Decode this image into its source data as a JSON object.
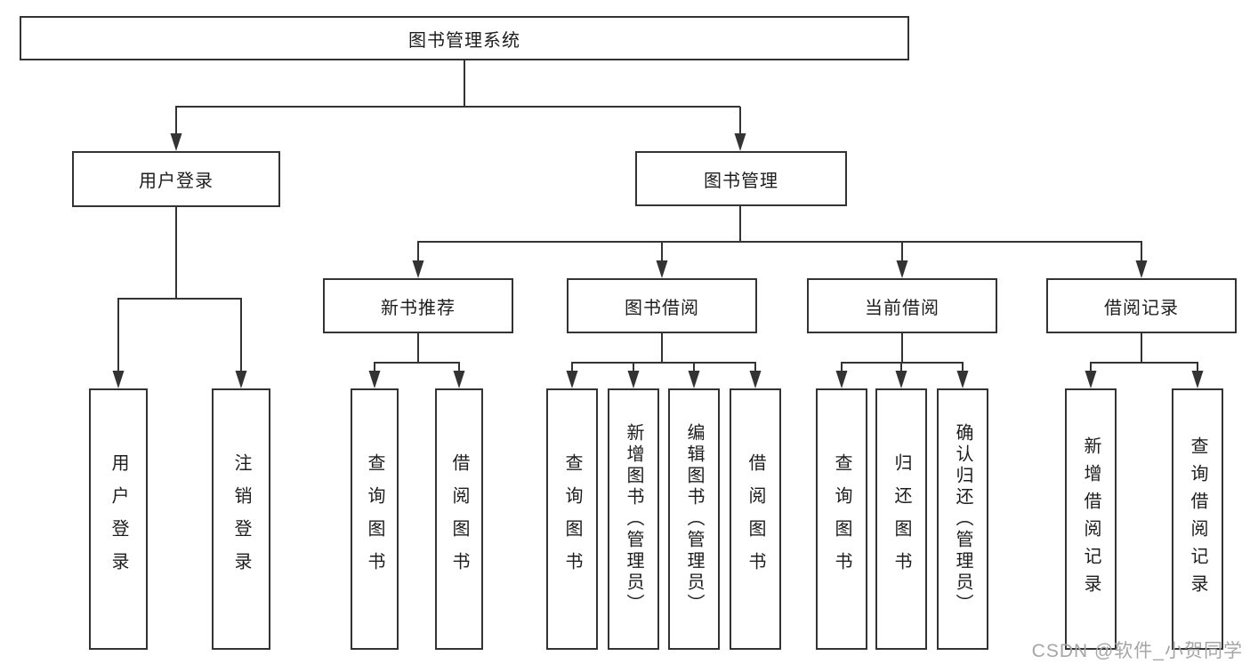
{
  "diagram_title": "图书管理系统",
  "tree": {
    "root": {
      "label": "图书管理系统"
    },
    "branches": [
      {
        "label": "用户登录",
        "leaves": [
          "用户登录",
          "注销登录"
        ]
      },
      {
        "label": "图书管理",
        "sections": [
          {
            "label": "新书推荐",
            "leaves": [
              "查询图书",
              "借阅图书"
            ]
          },
          {
            "label": "图书借阅",
            "leaves": [
              "查询图书",
              "新增图书（管理员）",
              "编辑图书（管理员）",
              "借阅图书"
            ]
          },
          {
            "label": "当前借阅",
            "leaves": [
              "查询图书",
              "归还图书",
              "确认归还（管理员）"
            ]
          },
          {
            "label": "借阅记录",
            "leaves": [
              "新增借阅记录",
              "查询借阅记录"
            ]
          }
        ]
      }
    ]
  },
  "watermark": {
    "text": "CSDN @软件_小贺同学"
  },
  "style": {
    "line_color": "#333333",
    "box_border_color": "#333333",
    "background_color": "#ffffff",
    "text_color": "#1d1d1d",
    "watermark_color": "#a6a6a6"
  }
}
